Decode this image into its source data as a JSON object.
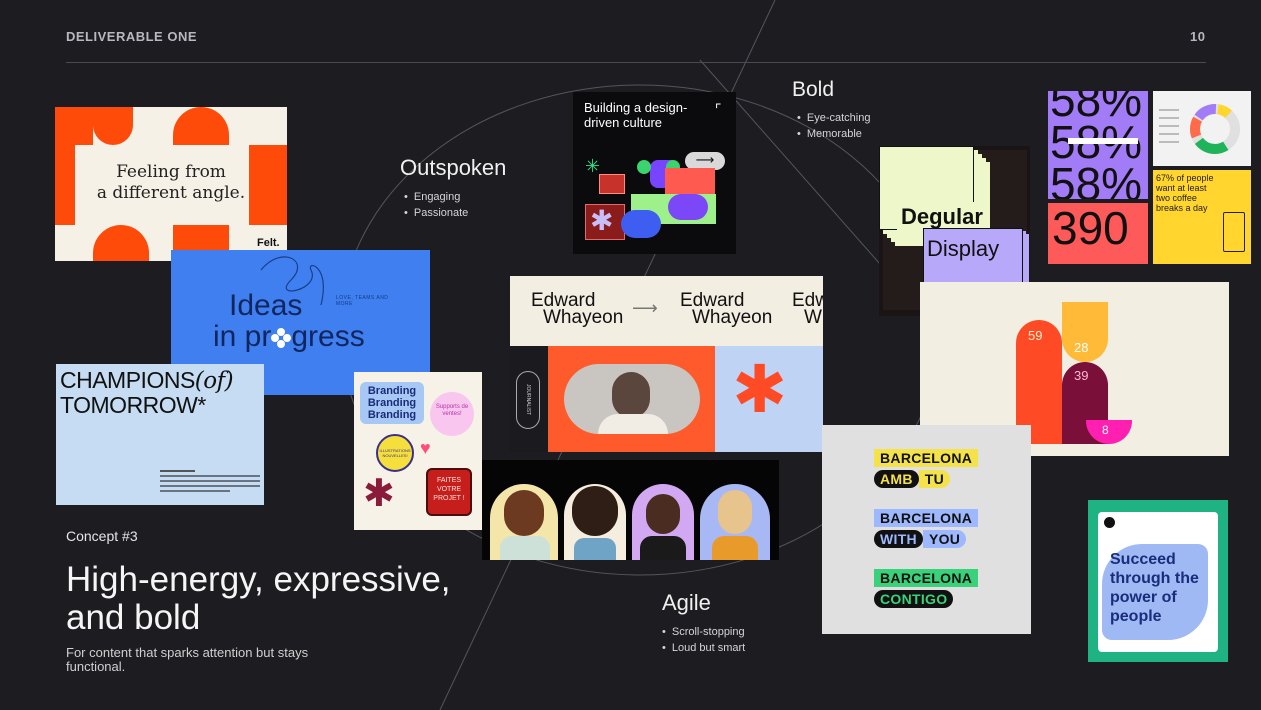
{
  "header": {
    "section": "DELIVERABLE ONE",
    "page_number": "10"
  },
  "concept": {
    "label": "Concept #3",
    "title_line1": "High-energy, expressive,",
    "title_line2": "and bold",
    "description_line1": "For content that sparks attention but stays",
    "description_line2": "functional."
  },
  "keywords": {
    "outspoken": {
      "title": "Outspoken",
      "items": [
        "Engaging",
        "Passionate"
      ]
    },
    "bold": {
      "title": "Bold",
      "items": [
        "Eye-catching",
        "Memorable"
      ]
    },
    "agile": {
      "title": "Agile",
      "items": [
        "Scroll-stopping",
        "Loud but smart"
      ]
    }
  },
  "cards": {
    "felt": {
      "line1": "Feeling from",
      "line2": "a different angle.",
      "brand": "Felt."
    },
    "ideas": {
      "line1": "Ideas",
      "line2_a": "in pr",
      "line2_b": "gress",
      "small": "LOVE, TEAMS AND MORE"
    },
    "champions": {
      "line1_a": "CHAMPIONS",
      "line1_b": "(of)",
      "line2": "TOMORROW*"
    },
    "stickers": {
      "branding": [
        "Branding",
        "Branding",
        "Branding"
      ],
      "badge1": "Supports de ventes!",
      "badge2": "ILLUSTRATIONS NOUVELLES!",
      "badge3_l1": "FAITES",
      "badge3_l2": "VOTRE",
      "badge3_l3": "PROJET !"
    },
    "design_culture": {
      "line1": "Building a design-",
      "line2": "driven culture"
    },
    "edward": {
      "first": "Edward",
      "last": "Whayeon",
      "first_clip": "Edw",
      "last_clip": "W",
      "side": "JOURNALIST"
    },
    "degular": {
      "line1": "Degular",
      "line2": "Display"
    },
    "stats": {
      "big1": "58%",
      "big2": "390",
      "coffee": "67% of people want at least two coffee breaks a day"
    },
    "bars": {
      "values": [
        "59",
        "28",
        "39",
        "8"
      ]
    },
    "barcelona": [
      {
        "word": "BARCELONA",
        "tag1": "AMB",
        "tag2": "TU",
        "color": "#f4e24a"
      },
      {
        "word": "BARCELONA",
        "tag1": "WITH",
        "tag2": "YOU",
        "color": "#9db8ff"
      },
      {
        "word": "BARCELONA",
        "tag1": "CONTIGO",
        "tag2": "",
        "color": "#39d27a"
      }
    ],
    "succeed": {
      "line1": "Succeed",
      "line2": "through the",
      "line3": "power of",
      "line4": "people"
    }
  },
  "colors": {
    "background": "#1c1c21",
    "orange": "#ff4b0a",
    "blue": "#3f7ff0",
    "light_blue": "#c5dcf2",
    "purple": "#a27cf6",
    "yellow": "#ffd52e",
    "green": "#1fb383",
    "cream": "#f3eee2"
  }
}
